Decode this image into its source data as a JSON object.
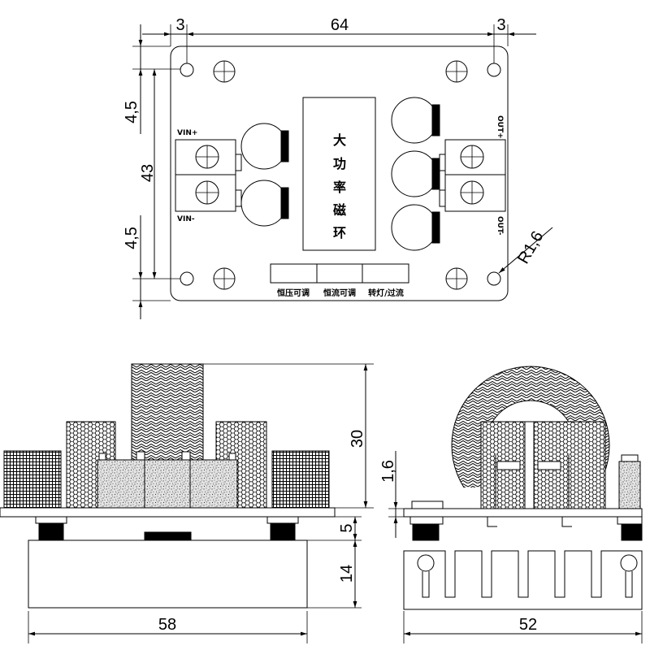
{
  "top_view": {
    "dimensions": {
      "left_offset": "3",
      "hole_pitch_x": "64",
      "right_offset": "3",
      "top_offset": "4,5",
      "hole_pitch_y": "43",
      "bottom_offset": "4,5",
      "corner_radius": "R1,6"
    },
    "input_terminal": {
      "plus": "VIN+",
      "minus": "VIN-"
    },
    "output_terminal": {
      "plus": "OUT+",
      "minus": "OUT-"
    },
    "core_label": [
      "大",
      "功",
      "率",
      "磁",
      "环"
    ],
    "potentiometers": [
      "恒压可调",
      "恒流可调",
      "转灯/过流"
    ]
  },
  "front_view": {
    "dimensions": {
      "total_height": "30",
      "standoff": "5",
      "heatsink_height": "14",
      "width": "58"
    }
  },
  "side_view": {
    "dimensions": {
      "board_thickness": "1,6",
      "width": "52"
    }
  }
}
